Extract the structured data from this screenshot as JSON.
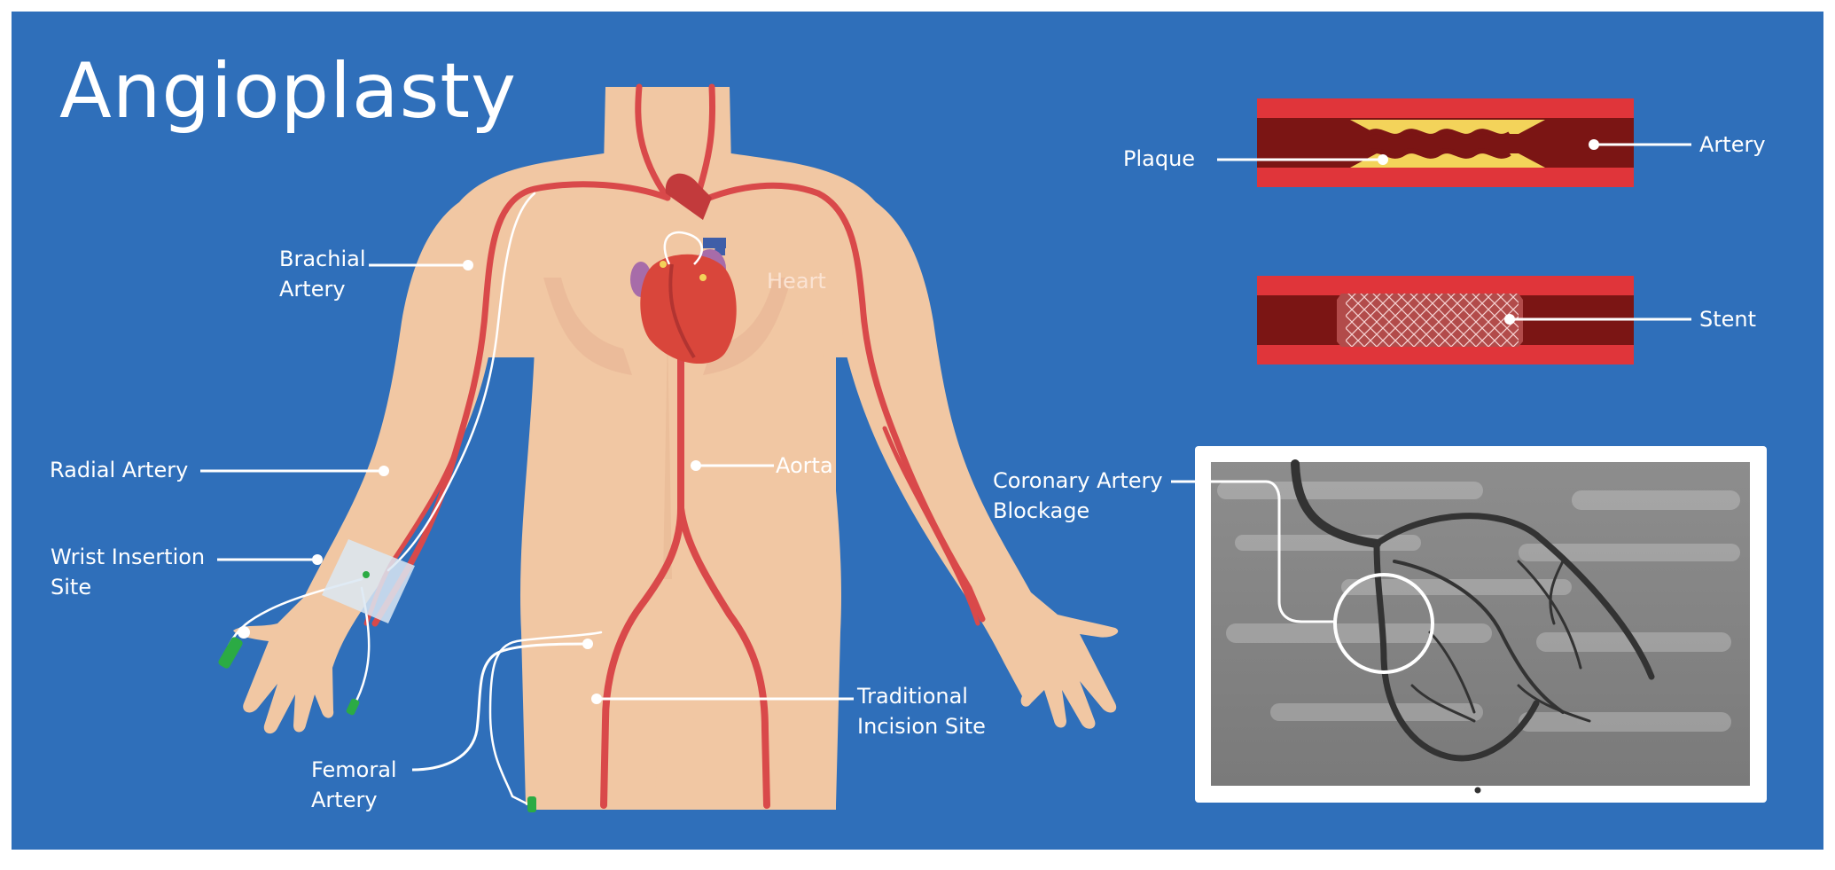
{
  "title": "Angioplasty",
  "labels": {
    "brachial": [
      "Brachial",
      "Artery"
    ],
    "radial": "Radial Artery",
    "wrist": [
      "Wrist Insertion",
      "Site"
    ],
    "femoral": [
      "Femoral",
      "Artery"
    ],
    "heart": "Heart",
    "aorta": "Aorta",
    "traditional": [
      "Traditional",
      "Incision Site"
    ],
    "plaque": "Plaque",
    "artery": "Artery",
    "stent": "Stent",
    "coronary": [
      "Coronary Artery",
      "Blockage"
    ]
  },
  "colors": {
    "background": "#2f6fba",
    "skin": "#f1c7a3",
    "skin_shadow": "#e0a987",
    "vessel": "#d9494a",
    "vessel_dark": "#7b1514",
    "plaque": "#f3d35a",
    "line": "#ffffff"
  }
}
